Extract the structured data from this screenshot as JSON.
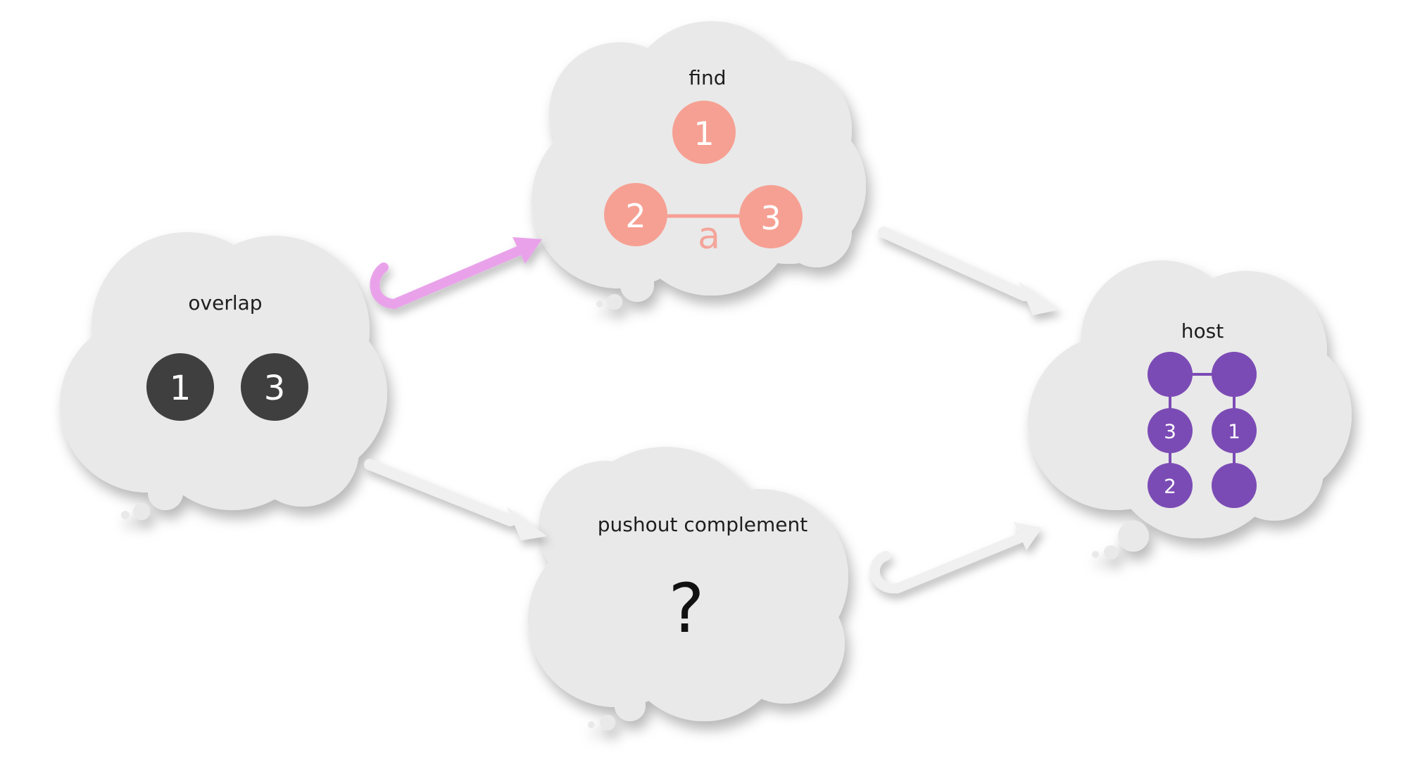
{
  "colors": {
    "cloud_fill": "#e9e9e9",
    "overlap_node": "#3f3f3f",
    "find_node": "#f6a093",
    "host_node": "#7b4bb5",
    "arrow_gray": "#f0f0f0",
    "arrow_pink": "#e9a2ea"
  },
  "clouds": {
    "overlap": {
      "title": "overlap",
      "nodes": [
        "1",
        "3"
      ]
    },
    "find": {
      "title": "find",
      "nodes": [
        "1",
        "2",
        "3"
      ],
      "edge_label": "a"
    },
    "pushout_complement": {
      "title": "pushout complement",
      "content": "?"
    },
    "host": {
      "title": "host",
      "nodes": [
        "3",
        "1",
        "2"
      ]
    }
  },
  "arrows": [
    {
      "name": "overlap-to-find-arrow",
      "style": "hook",
      "color": "pink"
    },
    {
      "name": "find-to-host-arrow",
      "style": "plain",
      "color": "gray"
    },
    {
      "name": "overlap-to-pushout-arrow",
      "style": "plain",
      "color": "gray"
    },
    {
      "name": "pushout-to-host-arrow",
      "style": "hook",
      "color": "gray"
    }
  ]
}
